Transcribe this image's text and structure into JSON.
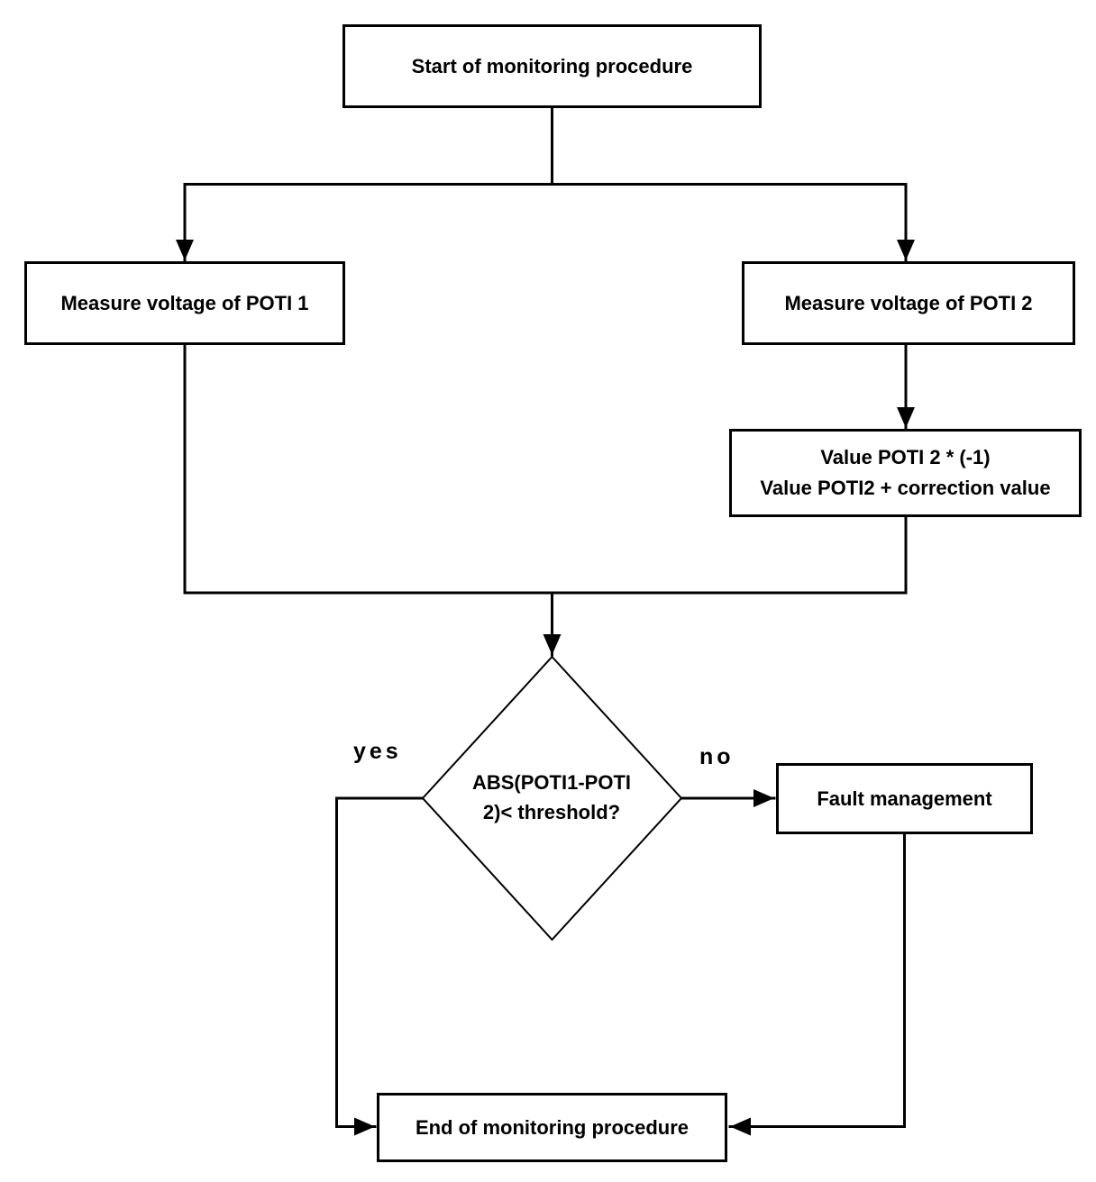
{
  "diagram": {
    "kind": "flowchart",
    "colors": {
      "background": "#ffffff",
      "line": "#000000",
      "text": "#000000"
    },
    "nodes": {
      "start": {
        "label": "Start of monitoring procedure",
        "shape": "rectangle"
      },
      "measure_poti1": {
        "label": "Measure voltage of POTI 1",
        "shape": "rectangle"
      },
      "measure_poti2": {
        "label": "Measure voltage of POTI 2",
        "shape": "rectangle"
      },
      "value_correction": {
        "label": "Value POTI 2 * (-1)\nValue POTI2 + correction value",
        "shape": "rectangle"
      },
      "decision": {
        "label": "ABS(POTI1-POTI\n2)< threshold?",
        "shape": "diamond"
      },
      "fault": {
        "label": "Fault management",
        "shape": "rectangle"
      },
      "end": {
        "label": "End of monitoring procedure",
        "shape": "rectangle"
      }
    },
    "edge_labels": {
      "yes": "yes",
      "no": "no"
    }
  }
}
